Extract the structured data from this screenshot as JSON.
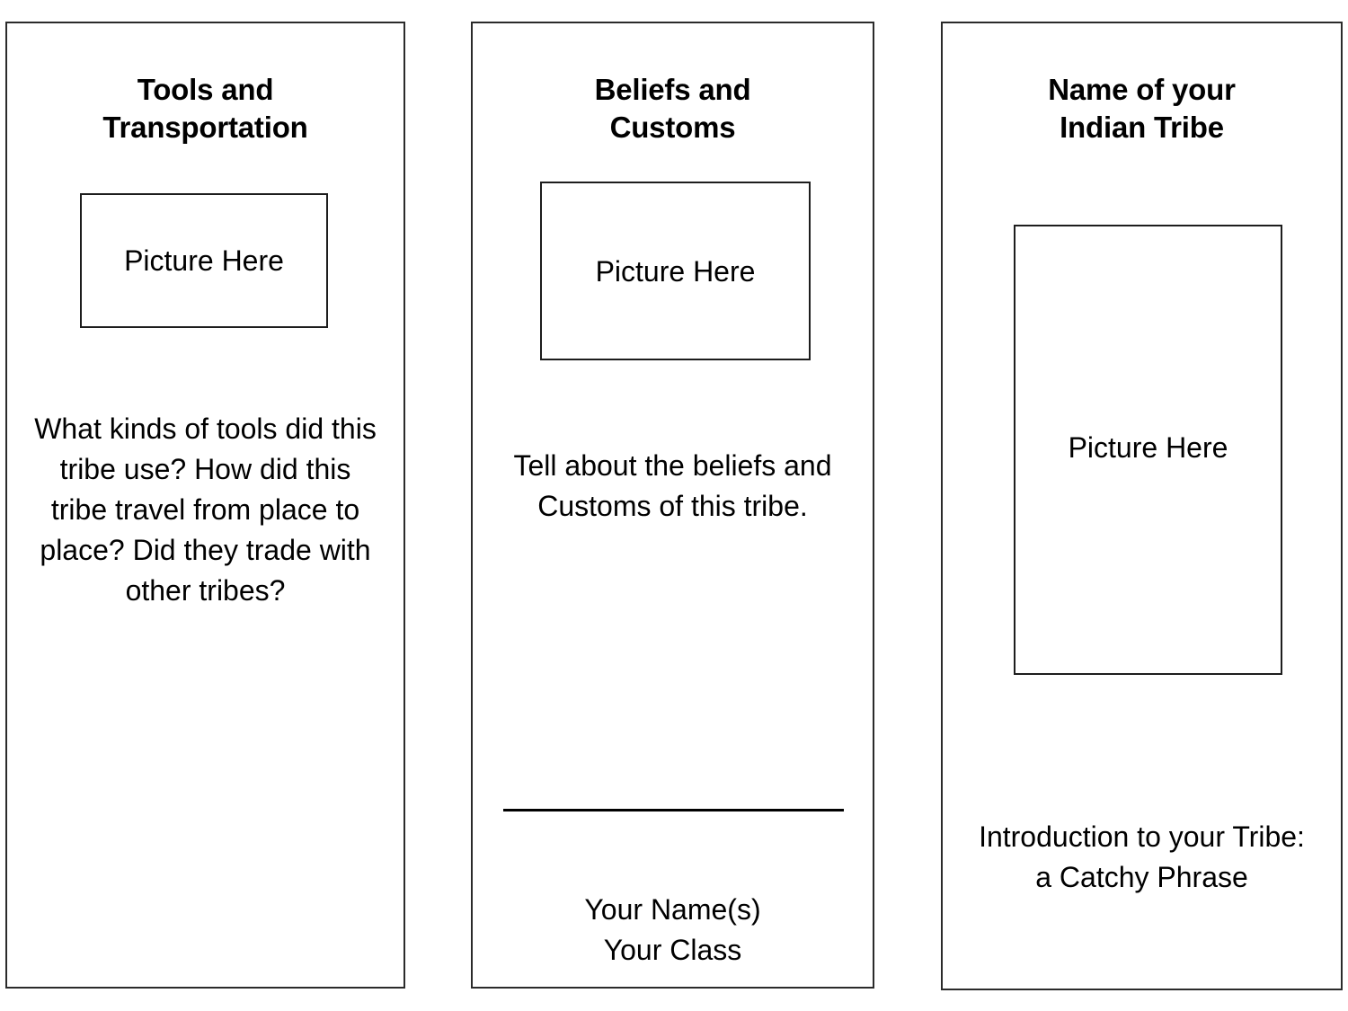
{
  "document": {
    "type": "brochure-template",
    "orientation": "landscape",
    "panel_count": 3,
    "background_color": "#ffffff",
    "text_color": "#000000",
    "border_color": "#2b2b2b"
  },
  "panels": [
    {
      "id": "tools-and-transportation",
      "title": "Tools and\nTransportation",
      "picture_placeholder": "Picture Here",
      "body": "What kinds of tools did this tribe use? How did this tribe travel from place to place? Did they trade with other tribes?"
    },
    {
      "id": "beliefs-and-customs",
      "title": "Beliefs and\nCustoms",
      "picture_placeholder": "Picture Here",
      "body": "Tell about the beliefs and Customs of this tribe.",
      "signature": "Your Name(s)\nYour Class"
    },
    {
      "id": "name-of-your-indian-tribe",
      "title": "Name of your\nIndian Tribe",
      "picture_placeholder": "Picture Here",
      "body": "Introduction to your Tribe: a Catchy Phrase"
    }
  ]
}
